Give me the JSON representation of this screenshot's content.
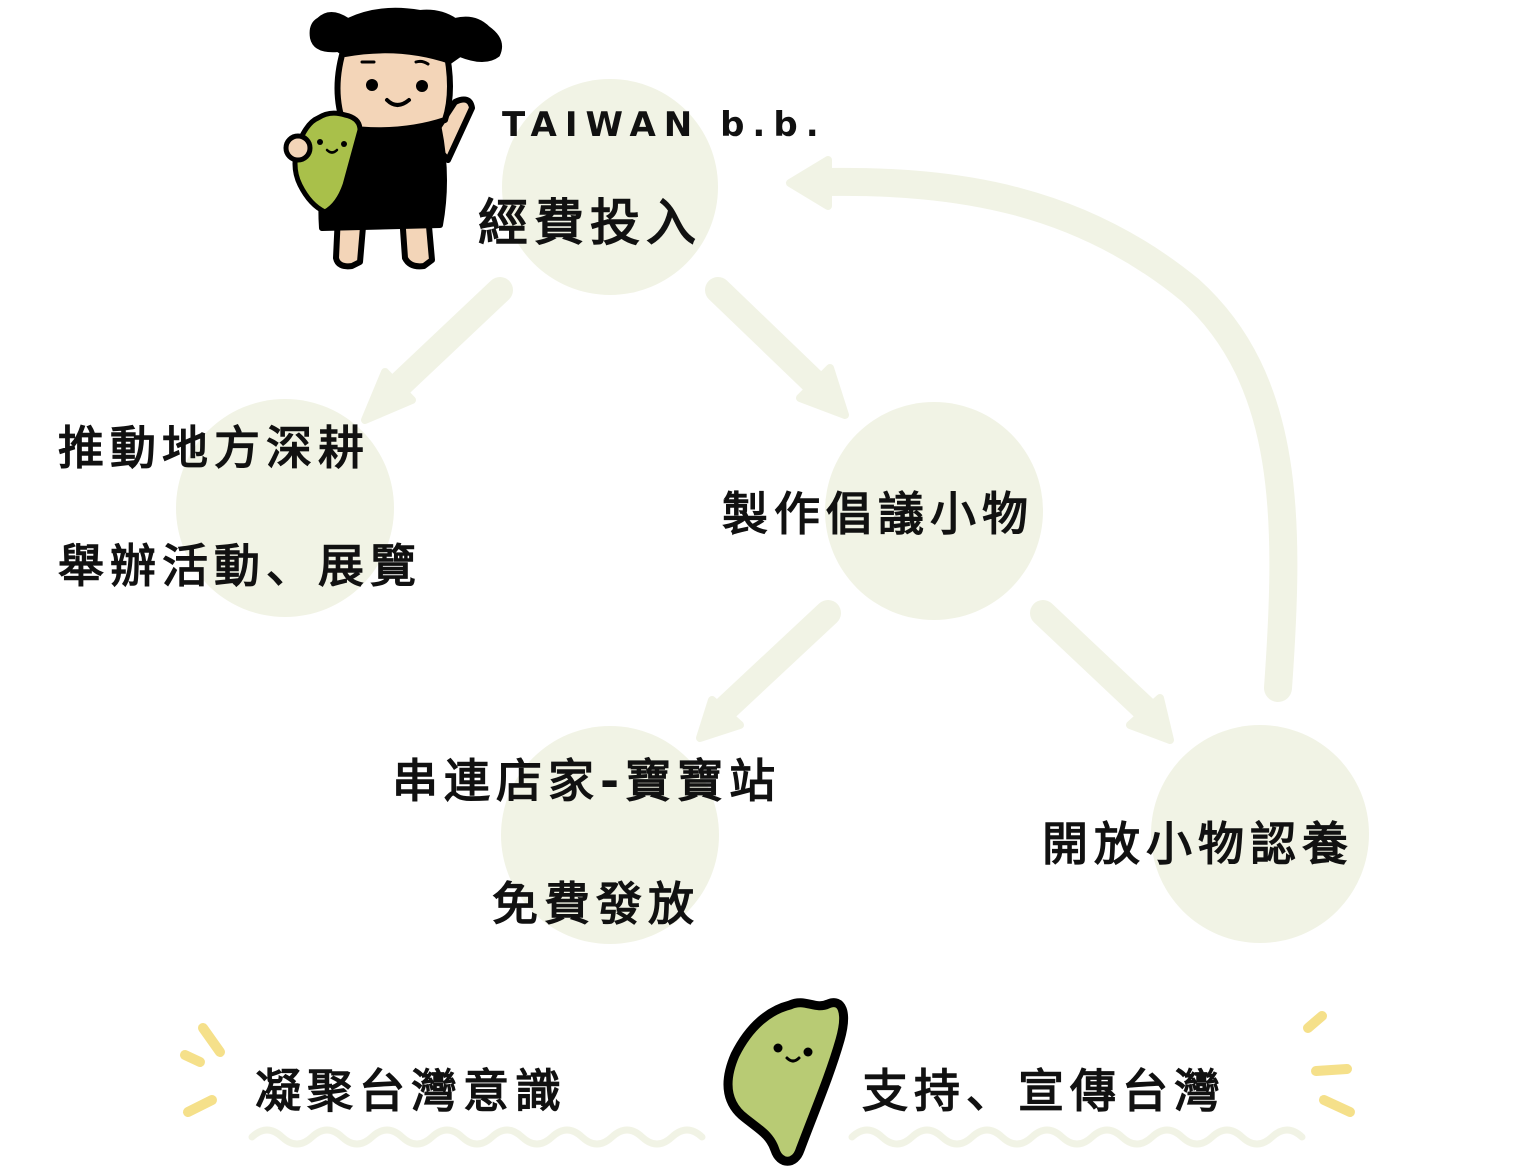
{
  "colors": {
    "circle_fill": "#F1F3E5",
    "arrow_fill": "#F1F3E5",
    "text": "#111111",
    "taiwan_green": "#B8CB74",
    "skin": "#F3D5B8",
    "sparkle_yellow": "#F5E08A",
    "outline": "#000000",
    "background": "#FFFFFF"
  },
  "header": {
    "brand": "TAIWAN b.b.",
    "mascot": "girl-holding-taiwan-mascot"
  },
  "nodes": [
    {
      "id": "funding",
      "lines": [
        "經費投入"
      ]
    },
    {
      "id": "local-events",
      "lines": [
        "推動地方深耕",
        "舉辦活動、展覽"
      ]
    },
    {
      "id": "make-items",
      "lines": [
        "製作倡議小物"
      ]
    },
    {
      "id": "shops",
      "lines": [
        "串連店家-寶寶站",
        "免費發放"
      ]
    },
    {
      "id": "adoption",
      "lines": [
        "開放小物認養"
      ]
    }
  ],
  "edges": [
    {
      "from": "funding",
      "to": "local-events"
    },
    {
      "from": "funding",
      "to": "make-items"
    },
    {
      "from": "make-items",
      "to": "shops"
    },
    {
      "from": "make-items",
      "to": "adoption"
    },
    {
      "from": "adoption",
      "to": "funding",
      "curved": true
    }
  ],
  "footer": {
    "left_tagline": "凝聚台灣意識",
    "right_tagline": "支持、宣傳台灣",
    "center_icon": "taiwan-mascot-icon"
  }
}
